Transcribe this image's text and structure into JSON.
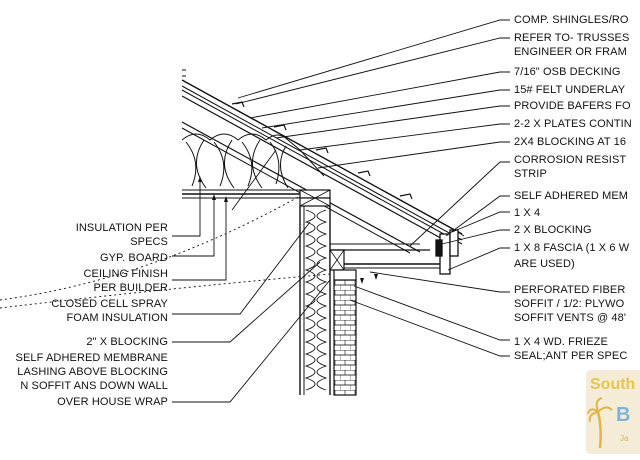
{
  "labels": {
    "comp_shingles": "COMP. SHINGLES/RO",
    "trusses_1": "REFER TO- TRUSSES",
    "trusses_2": "ENGINEER OR FRAM",
    "osb": "7/16\" OSB DECKING",
    "felt": "15# FELT UNDERLAY",
    "baffers": "PROVIDE BAFERS FO",
    "plates": "2-2 X PLATES CONTIN",
    "blocking_16": "2X4 BLOCKING AT 16",
    "corrosion_1": "CORROSION RESIST",
    "corrosion_2": "STRIP",
    "self_adhered_r": "SELF ADHERED MEM",
    "one_x_four": "1 X 4",
    "two_x_blocking_r": "2 X BLOCKING",
    "fascia_1": "1 X 8 FASCIA (1 X 6 W",
    "fascia_2": "ARE USED)",
    "perforated_1": "PERFORATED FIBER",
    "perforated_2": "SOFFIT / 1/2: PLYWO",
    "perforated_3": "SOFFIT VENTS @ 48'",
    "frieze": "1 X 4 WD. FRIEZE",
    "sealant": "SEAL;ANT PER SPEC",
    "insulation_1": "INSULATION PER",
    "insulation_2": "SPECS",
    "gyp_board": "GYP. BOARD",
    "ceiling_1": "CEILING FINISH",
    "ceiling_2": "PER BUILDER",
    "closed_cell_1": "CLOSED CELL SPRAY",
    "closed_cell_2": "FOAM INSULATION",
    "two_in_blocking": "2\" X BLOCKING",
    "membrane_1": "SELF ADHERED MEMBRANE",
    "membrane_2": "LASHING ABOVE BLOCKING",
    "membrane_3": "N SOFFIT ANS DOWN WALL",
    "membrane_4": "OVER HOUSE WRAP"
  },
  "logo": {
    "line1": "South",
    "line2": "B",
    "line3": "Ja"
  },
  "colors": {
    "ink": "#111111",
    "logo_bg": "#f4ecd6",
    "logo_yellow": "#e8c44a",
    "logo_blue": "#7fb3d9",
    "logo_palm": "#e2b54b"
  }
}
